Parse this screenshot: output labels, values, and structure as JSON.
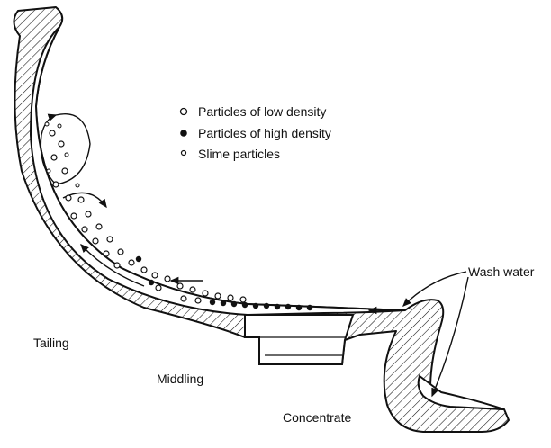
{
  "legend": [
    {
      "label": "Particles of low density",
      "marker": "open-circle"
    },
    {
      "label": "Particles of high density",
      "marker": "filled-circle"
    },
    {
      "label": "Slime particles",
      "marker": "small-open-circle"
    }
  ],
  "labels": {
    "wash_water": "Wash water",
    "tailing": "Tailing",
    "middling": "Middling",
    "concentrate": "Concentrate"
  },
  "colors": {
    "ink": "#111111",
    "paper": "#ffffff"
  }
}
